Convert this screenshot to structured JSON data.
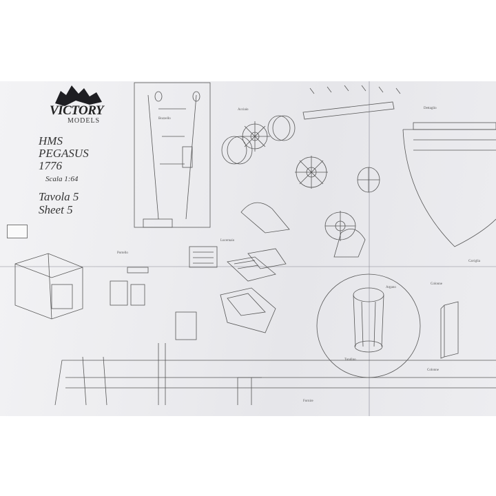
{
  "logo": {
    "brand": "VICTORY",
    "sub": "MODELS"
  },
  "title": {
    "ship_line1": "HMS",
    "ship_line2": "PEGASUS",
    "year": "1776",
    "scale": "Scala 1:64",
    "sheet_it": "Tavola 5",
    "sheet_en": "Sheet 5"
  },
  "colors": {
    "paper": "#ececef",
    "ink": "#333333",
    "background": "#ffffff"
  }
}
